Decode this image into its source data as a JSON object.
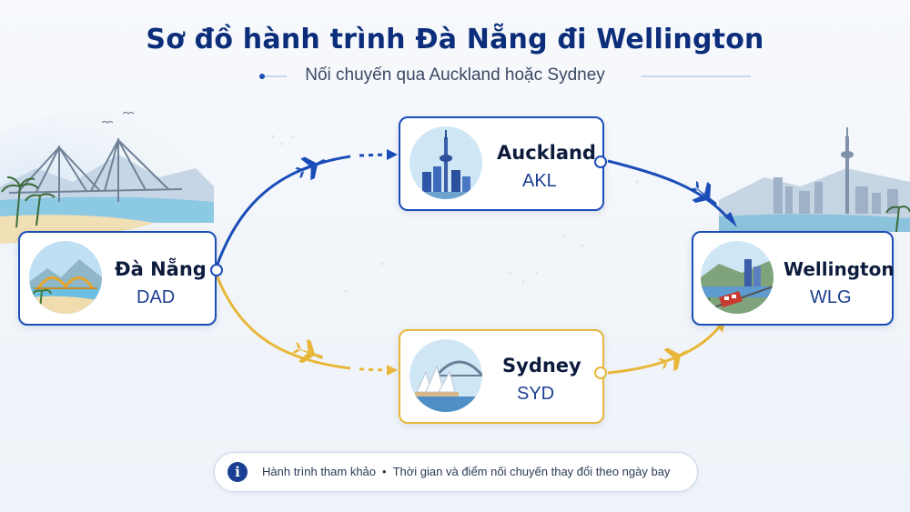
{
  "title": "Sơ đồ hành trình Đà Nẵng đi Wellington",
  "subtitle": "Nối chuyến qua Auckland hoặc Sydney",
  "colors": {
    "primary_route": "#1a4db8",
    "alternate_route": "#e8b73a",
    "title": "#0b2d7a"
  },
  "nodes": {
    "origin": {
      "name": "Đà Nẵng",
      "code": "DAD",
      "icon": "dragon-bridge-icon"
    },
    "via_auckland": {
      "name": "Auckland",
      "code": "AKL",
      "icon": "sky-tower-icon"
    },
    "via_sydney": {
      "name": "Sydney",
      "code": "SYD",
      "icon": "opera-house-icon"
    },
    "destination": {
      "name": "Wellington",
      "code": "WLG",
      "icon": "cable-car-icon"
    }
  },
  "routes": [
    {
      "from": "DAD",
      "via": "AKL",
      "to": "WLG",
      "color": "#1a4db8"
    },
    {
      "from": "DAD",
      "via": "SYD",
      "to": "WLG",
      "color": "#e8b73a"
    }
  ],
  "note": {
    "icon": "info-icon",
    "part1": "Hành trình tham khảo",
    "separator": "•",
    "part2": "Thời gian và điểm nối chuyến thay đổi theo ngày bay"
  }
}
